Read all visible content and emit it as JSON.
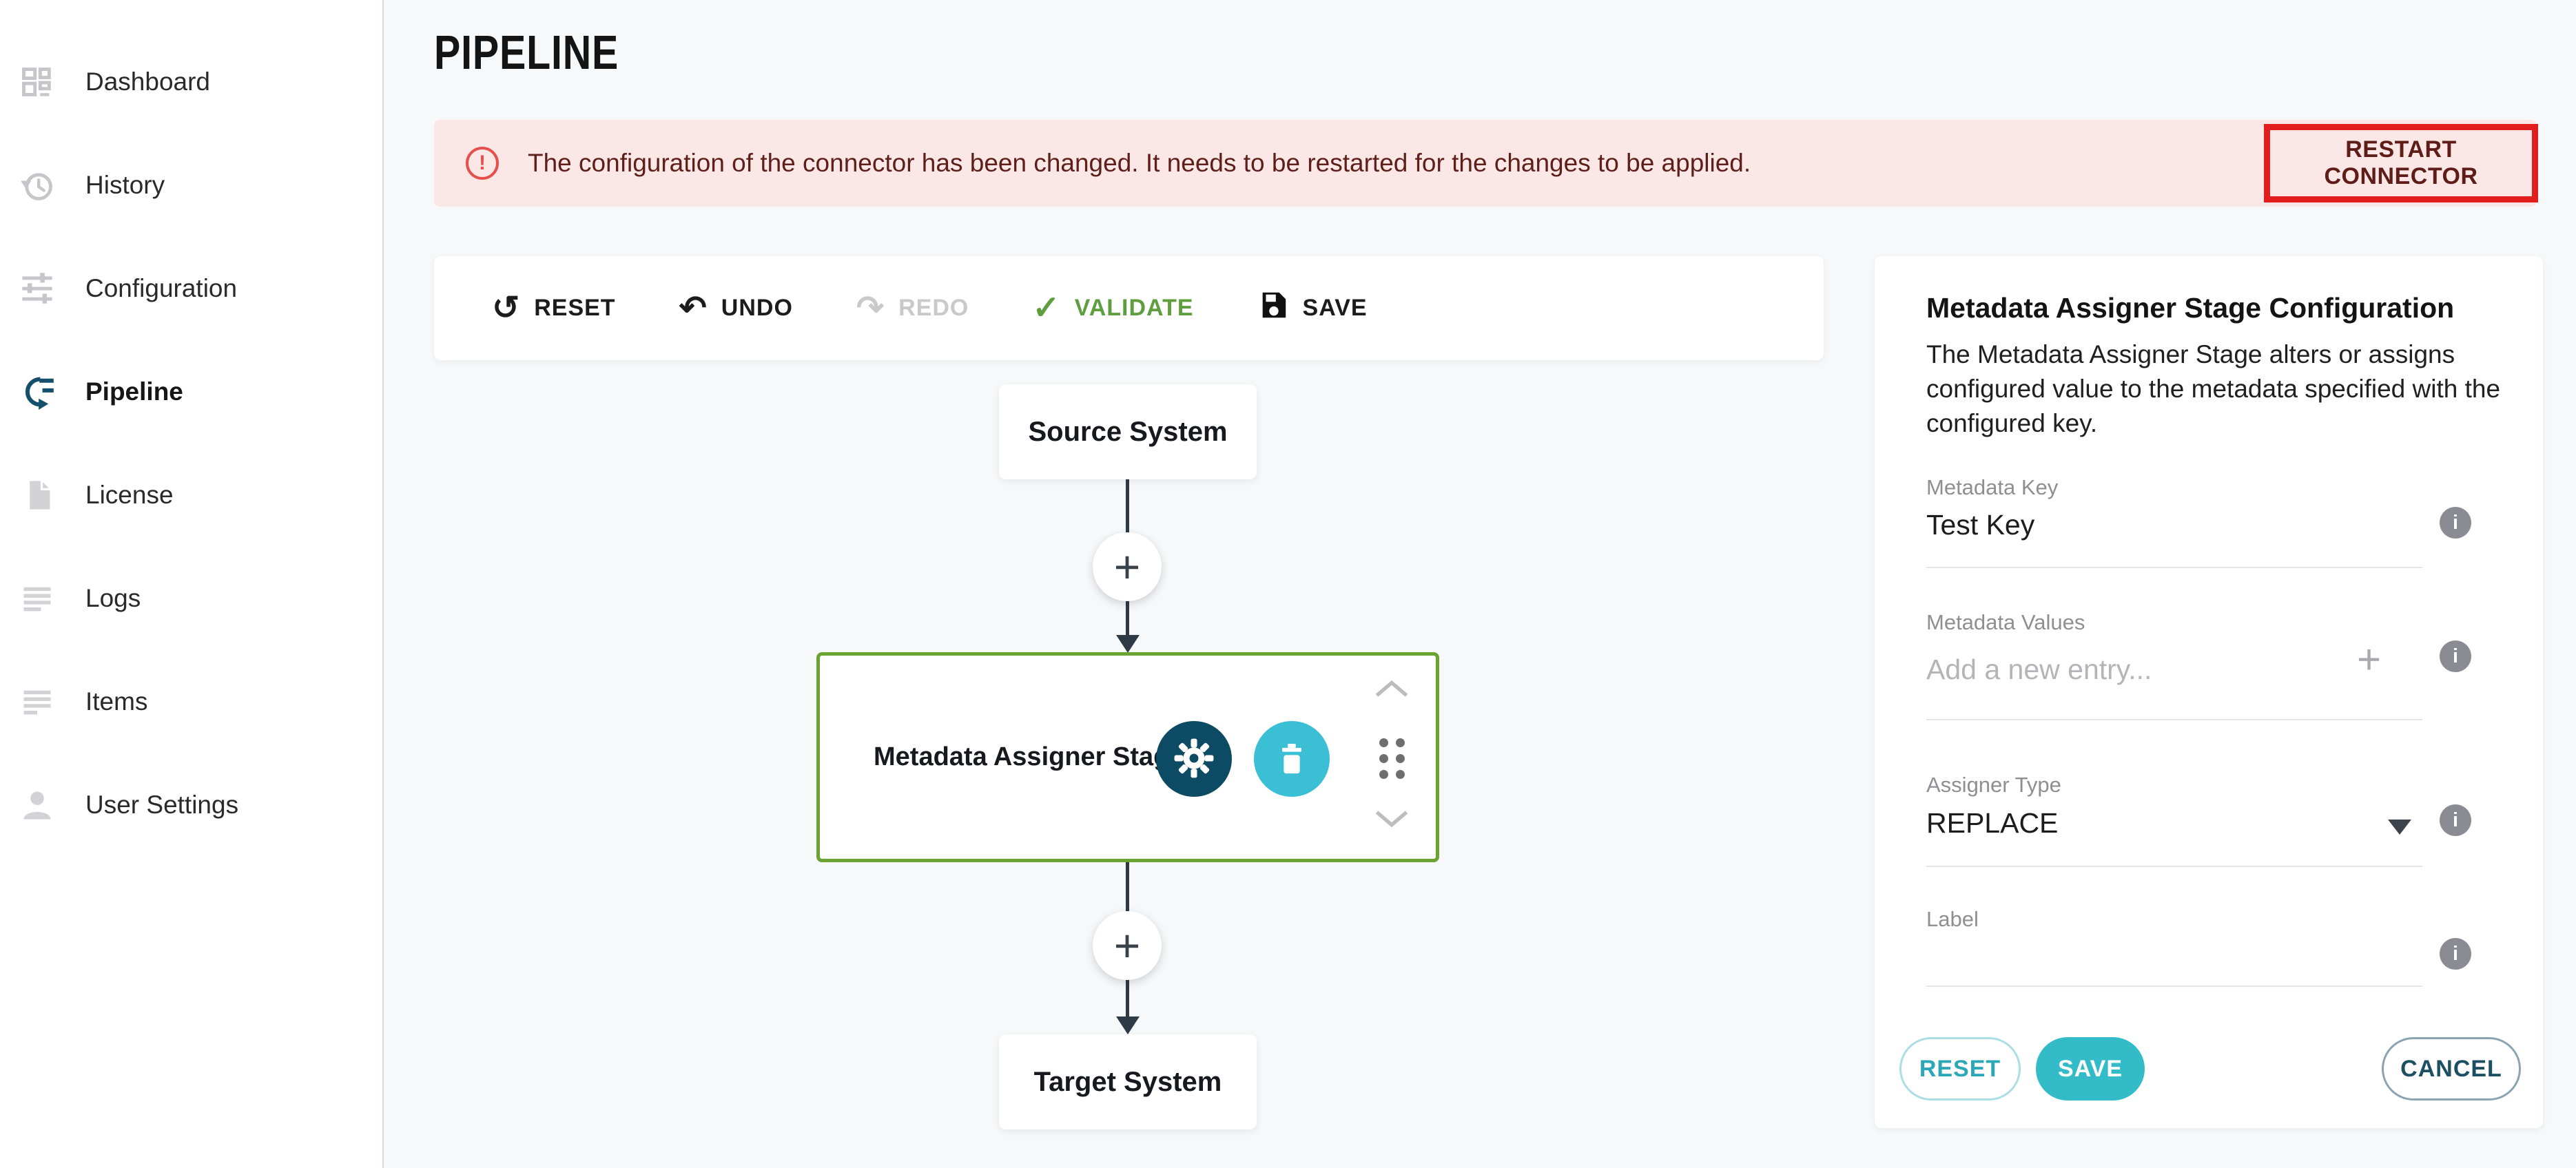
{
  "sidebar": {
    "items": [
      {
        "label": "Dashboard",
        "icon": "dashboard-icon",
        "active": false
      },
      {
        "label": "History",
        "icon": "history-icon",
        "active": false
      },
      {
        "label": "Configuration",
        "icon": "configuration-icon",
        "active": false
      },
      {
        "label": "Pipeline",
        "icon": "pipeline-icon",
        "active": true
      },
      {
        "label": "License",
        "icon": "license-icon",
        "active": false
      },
      {
        "label": "Logs",
        "icon": "logs-icon",
        "active": false
      },
      {
        "label": "Items",
        "icon": "items-icon",
        "active": false
      },
      {
        "label": "User Settings",
        "icon": "user-icon",
        "active": false
      }
    ]
  },
  "header": {
    "title": "PIPELINE"
  },
  "banner": {
    "message": "The configuration of the connector has been changed. It needs to be restarted for the changes to be applied.",
    "action_label": "RESTART CONNECTOR"
  },
  "toolbar": {
    "buttons": [
      {
        "label": "RESET",
        "state": "default"
      },
      {
        "label": "UNDO",
        "state": "default"
      },
      {
        "label": "REDO",
        "state": "disabled"
      },
      {
        "label": "VALIDATE",
        "state": "success"
      },
      {
        "label": "SAVE",
        "state": "default"
      }
    ]
  },
  "pipeline": {
    "source_label": "Source System",
    "stage_label": "Metadata Assigner Stage",
    "target_label": "Target System"
  },
  "config_panel": {
    "title": "Metadata Assigner Stage Configuration",
    "description": "The Metadata Assigner Stage alters or assigns configured value to the metadata specified with the configured key.",
    "fields": [
      {
        "label": "Metadata Key",
        "value": "Test Key"
      },
      {
        "label": "Metadata Values",
        "placeholder": "Add a new entry..."
      },
      {
        "label": "Assigner Type",
        "value": "REPLACE",
        "type": "select"
      },
      {
        "label": "Label",
        "value": ""
      }
    ],
    "buttons": {
      "reset": "RESET",
      "save": "SAVE",
      "cancel": "CANCEL"
    }
  },
  "colors": {
    "accent_teal": "#33bcc8",
    "dark_teal": "#0d4a63",
    "stage_green": "#6aa331",
    "validate_green": "#5f9e3e",
    "alert_red": "#e5504d",
    "highlight_red": "#e21d1d",
    "banner_bg": "#fbe8e6"
  }
}
